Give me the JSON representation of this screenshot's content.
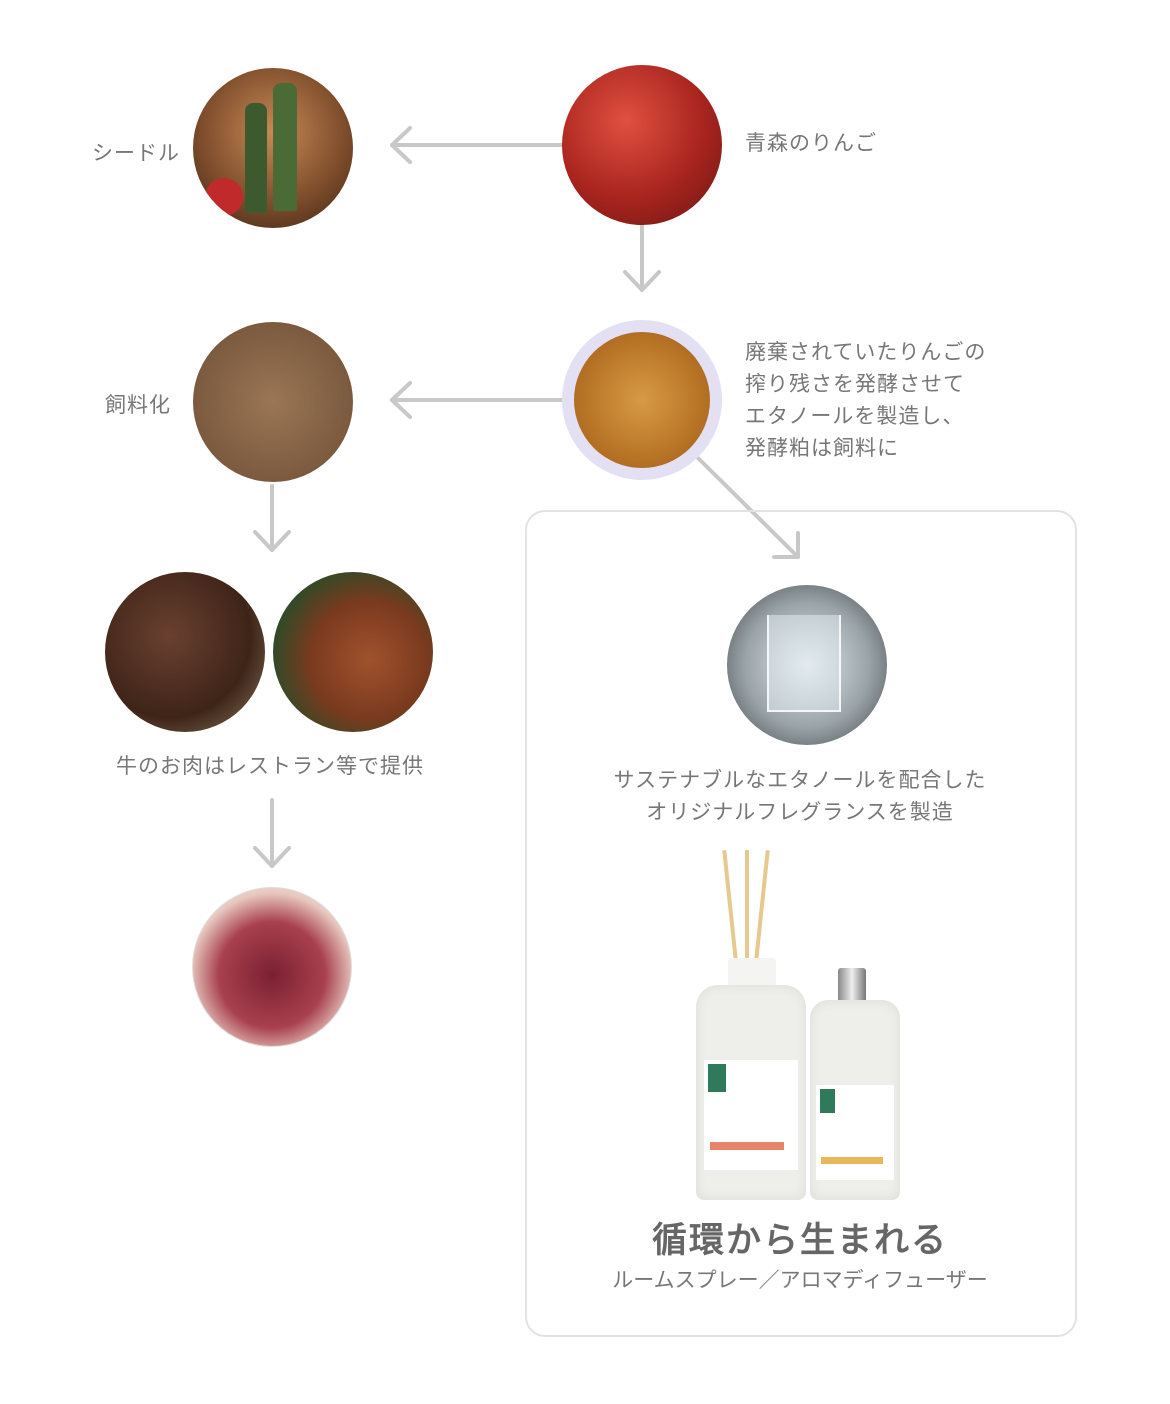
{
  "labels": {
    "cider": "シードル",
    "apples": "青森のりんご",
    "feed": "飼料化",
    "pomace_lines": [
      "廃棄されていたりんごの",
      "搾り残さを発酵させて",
      "エタノールを製造し、",
      "発酵粕は飼料に"
    ],
    "meat": "牛のお肉はレストラン等で提供",
    "fragrance_lines": [
      "サステナブルなエタノールを配合した",
      "オリジナルフレグランスを製造"
    ],
    "product_title": "循環から生まれる",
    "product_subtitle": "ルームスプレー／アロマディフューザー"
  },
  "colors": {
    "text": "#777777",
    "arrow": "#c8c8c8",
    "box_border": "#e2e2e2",
    "title": "#666666"
  }
}
